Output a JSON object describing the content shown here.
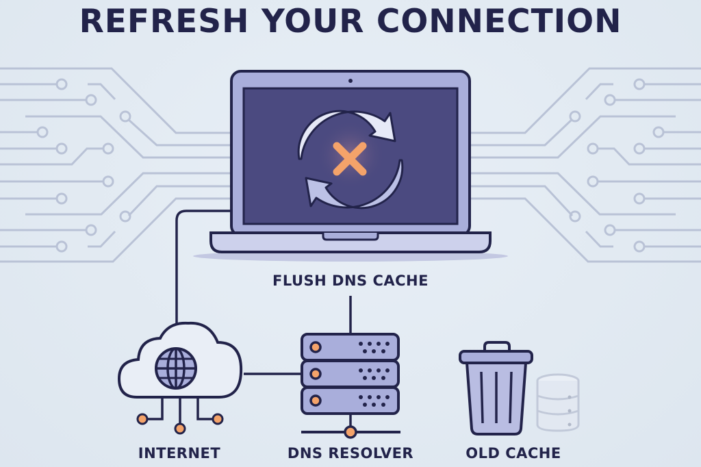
{
  "title": "REFRESH YOUR CONNECTION",
  "laptop": {
    "label": "FLUSH DNS CACHE",
    "screen_icon": "refresh-icon",
    "overlay_icon": "x-mark-icon"
  },
  "nodes": [
    {
      "id": "internet",
      "label": "INTERNET",
      "icon": "cloud-globe-icon"
    },
    {
      "id": "dns_resolver",
      "label": "DNS RESOLVER",
      "icon": "server-stack-icon"
    },
    {
      "id": "old_cache",
      "label": "OLD CACHE",
      "icon": "trash-can-icon"
    }
  ],
  "colors": {
    "background": "#e3ebf3",
    "outline": "#22234a",
    "device_fill": "#a9aedb",
    "screen": "#4b4a80",
    "accent_orange": "#f4a36a",
    "circuit": "#b9c2d6"
  }
}
